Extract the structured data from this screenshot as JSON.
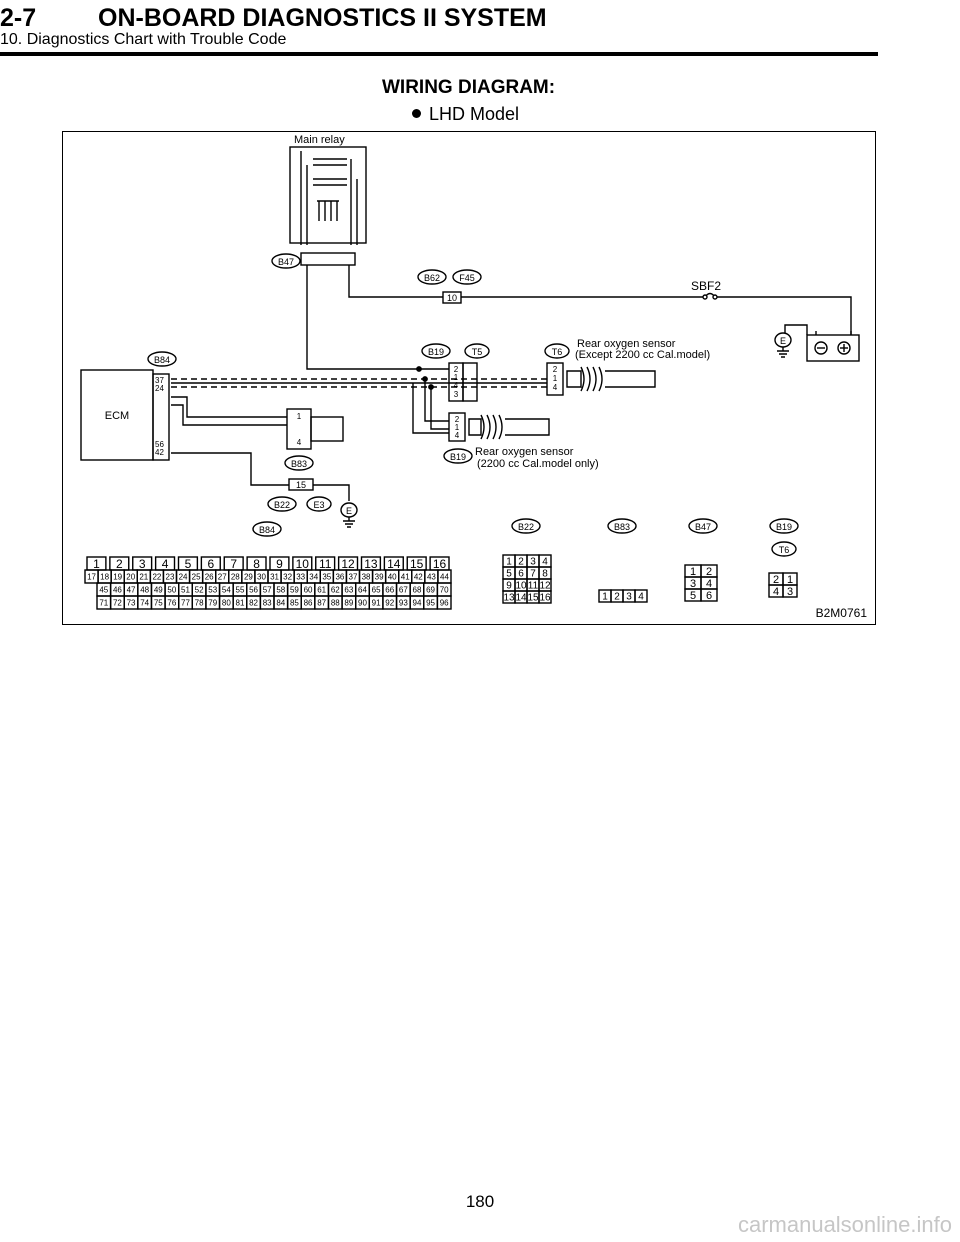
{
  "header": {
    "section": "2-7",
    "title": "ON-BOARD DIAGNOSTICS II SYSTEM",
    "subtitle": "10. Diagnostics Chart with Trouble Code"
  },
  "heading": "WIRING DIAGRAM:",
  "bullet": "LHD Model",
  "diagram": {
    "figure_code": "B2M0761",
    "labels": {
      "main_relay": "Main relay",
      "sbf": "SBF2",
      "ecm": "ECM",
      "sensor_a_l1": "Rear oxygen sensor",
      "sensor_a_l2": "(Except 2200 cc Cal.model)",
      "sensor_b_l1": "Rear oxygen sensor",
      "sensor_b_l2": "(2200 cc Cal.model only)",
      "ground": "E"
    },
    "tags": {
      "b47": "B47",
      "b62": "B62",
      "f45": "F45",
      "b84": "B84",
      "b19": "B19",
      "t5": "T5",
      "t6": "T6",
      "b83": "B83",
      "b22": "B22",
      "e3": "E3"
    },
    "pins": {
      "ecm_top": [
        "37",
        "24"
      ],
      "ecm_bot": [
        "56",
        "42"
      ],
      "b62_pin": "10",
      "b22_pin": "15",
      "b19_a": [
        "2",
        "1",
        "4",
        "3"
      ],
      "b19_b": [
        "2",
        "1",
        "4"
      ],
      "t6_a": [
        "2",
        "1",
        "4"
      ],
      "b83_a": [
        "1",
        "4"
      ]
    },
    "ecm_connector": {
      "row1": [
        "1",
        "2",
        "3",
        "4",
        "5",
        "6",
        "7",
        "8",
        "9",
        "10",
        "11",
        "12",
        "13",
        "14",
        "15",
        "16"
      ],
      "row2": [
        "17",
        "18",
        "19",
        "20",
        "21",
        "22",
        "23",
        "24",
        "25",
        "26",
        "27",
        "28",
        "29",
        "30",
        "31",
        "32",
        "33",
        "34",
        "35",
        "36",
        "37",
        "38",
        "39",
        "40",
        "41",
        "42",
        "43",
        "44"
      ],
      "row3": [
        "45",
        "46",
        "47",
        "48",
        "49",
        "50",
        "51",
        "52",
        "53",
        "54",
        "55",
        "56",
        "57",
        "58",
        "59",
        "60",
        "61",
        "62",
        "63",
        "64",
        "65",
        "66",
        "67",
        "68",
        "69",
        "70"
      ],
      "row4": [
        "71",
        "72",
        "73",
        "74",
        "75",
        "76",
        "77",
        "78",
        "79",
        "80",
        "81",
        "82",
        "83",
        "84",
        "85",
        "86",
        "87",
        "88",
        "89",
        "90",
        "91",
        "92",
        "93",
        "94",
        "95",
        "96"
      ]
    },
    "b22_connector": [
      [
        "1",
        "2",
        "3",
        "4"
      ],
      [
        "5",
        "6",
        "7",
        "8"
      ],
      [
        "9",
        "10",
        "11",
        "12"
      ],
      [
        "13",
        "14",
        "15",
        "16"
      ]
    ],
    "b83_connector": [
      "1",
      "2",
      "3",
      "4"
    ],
    "b47_connector": [
      [
        "1",
        "2"
      ],
      [
        "3",
        "4"
      ],
      [
        "5",
        "6"
      ]
    ],
    "b19_connector": [
      [
        "2",
        "1"
      ],
      [
        "4",
        "3"
      ]
    ]
  },
  "page_number": "180",
  "watermark": "carmanualsonline.info"
}
